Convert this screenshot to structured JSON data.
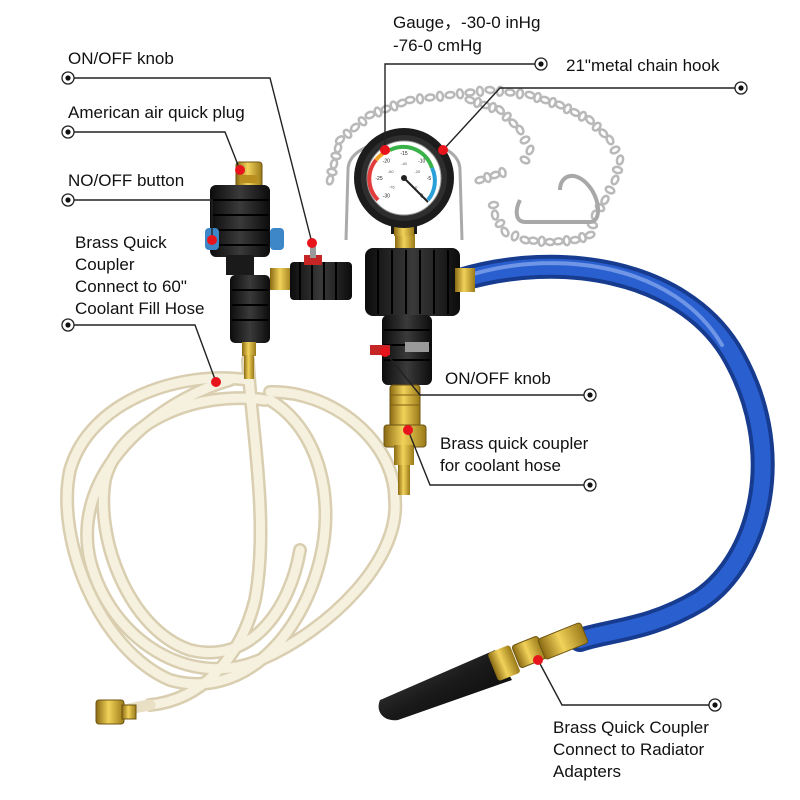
{
  "labels": {
    "gauge_line1": "Gauge，-30-0 inHg",
    "gauge_line2": "-76-0 cmHg",
    "chain_hook": "21\"metal chain hook",
    "onoff_knob_top": "ON/OFF knob",
    "air_quick_plug": "American air quick plug",
    "nooff_button": "NO/OFF button",
    "brass_fill_hose": [
      "Brass Quick",
      "Coupler",
      "Connect to 60\"",
      "Coolant Fill Hose"
    ],
    "onoff_knob_mid": "ON/OFF knob",
    "brass_coolant": [
      "Brass quick coupler",
      "for coolant hose"
    ],
    "brass_radiator": [
      "Brass Quick Coupler",
      "Connect to Radiator",
      "Adapters"
    ]
  },
  "gauge": {
    "scale_outer": [
      "-30",
      "-25",
      "-20",
      "-15",
      "-10",
      "-5",
      "0"
    ],
    "scale_inner": [
      "-76",
      "-60",
      "-40",
      "-20",
      "0"
    ]
  },
  "colors": {
    "marker_red": "#e8141c",
    "blue_hose": "#1f4fb5",
    "brass": "#c9a227",
    "body_black": "#1b1b1b",
    "clear_hose": "#efe6cc",
    "chain": "#c8c8c8",
    "leader_line": "#222222"
  }
}
